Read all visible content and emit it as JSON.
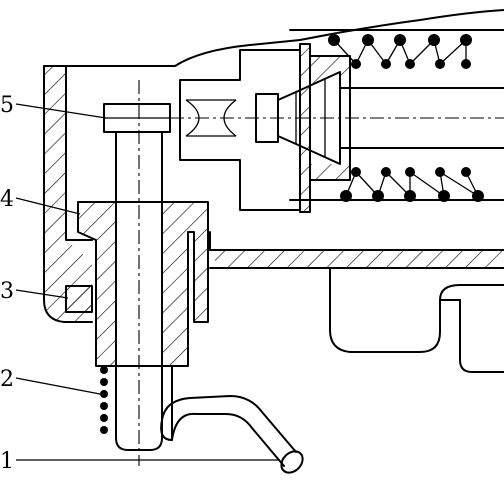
{
  "labels": {
    "l1": "1",
    "l2": "2",
    "l3": "3",
    "l4": "4",
    "l5": "5"
  },
  "colors": {
    "ink": "#000000",
    "paper": "#ffffff"
  }
}
